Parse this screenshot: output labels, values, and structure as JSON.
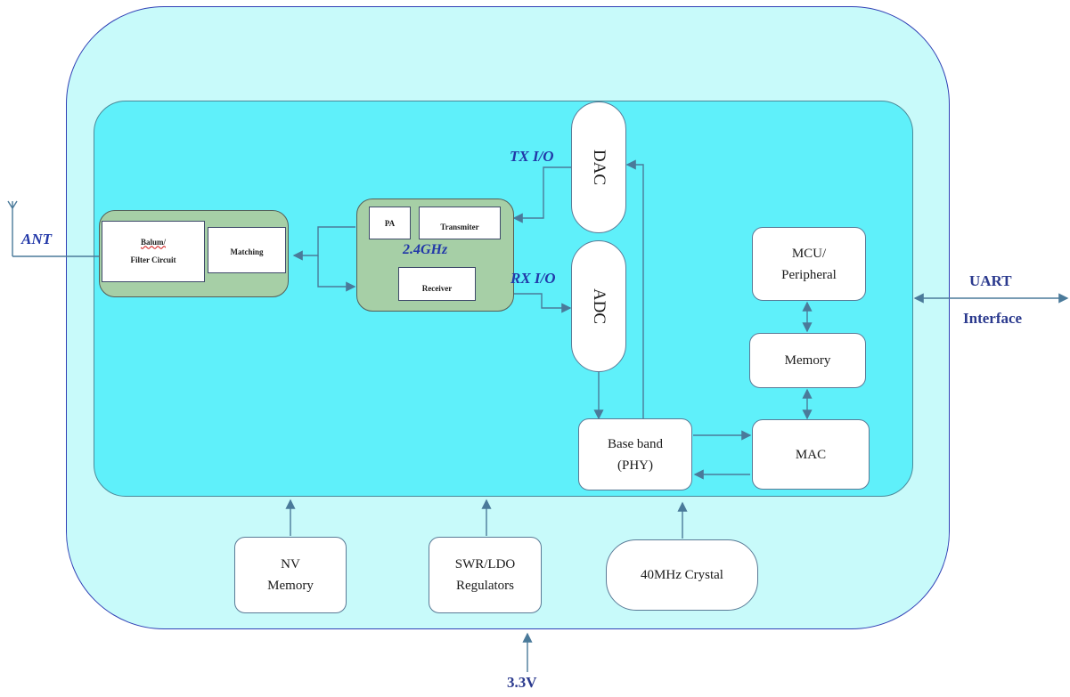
{
  "labels": {
    "ant": "ANT",
    "tx_io": "TX I/O",
    "rx_io": "RX I/O",
    "freq": "2.4GHz",
    "uart_line1": "UART",
    "uart_line2": "Interface",
    "power": "3.3V"
  },
  "rf_frontend": {
    "balun_line1": "Balum/",
    "balun_line2": "Filter Circuit",
    "matching": "Matching"
  },
  "radio": {
    "pa": "PA",
    "transmitter": "Transmiter",
    "receiver": "Receiver"
  },
  "converters": {
    "dac": "DAC",
    "adc": "ADC"
  },
  "digital": {
    "baseband_line1": "Base band",
    "baseband_line2": "(PHY)",
    "mac": "MAC",
    "memory": "Memory",
    "mcu_line1": "MCU/",
    "mcu_line2": "Peripheral"
  },
  "support": {
    "nv_line1": "NV",
    "nv_line2": "Memory",
    "swr_line1": "SWR/LDO",
    "swr_line2": "Regulators",
    "crystal": "40MHz Crystal"
  },
  "colors": {
    "outer_fill": "#c8fafa",
    "outer_border": "#2f3fb5",
    "inner_fill": "#5ff0fa",
    "rf_block_fill": "#a6cfa6",
    "wire": "#4a7a9a",
    "label_blue": "#2238a8"
  }
}
